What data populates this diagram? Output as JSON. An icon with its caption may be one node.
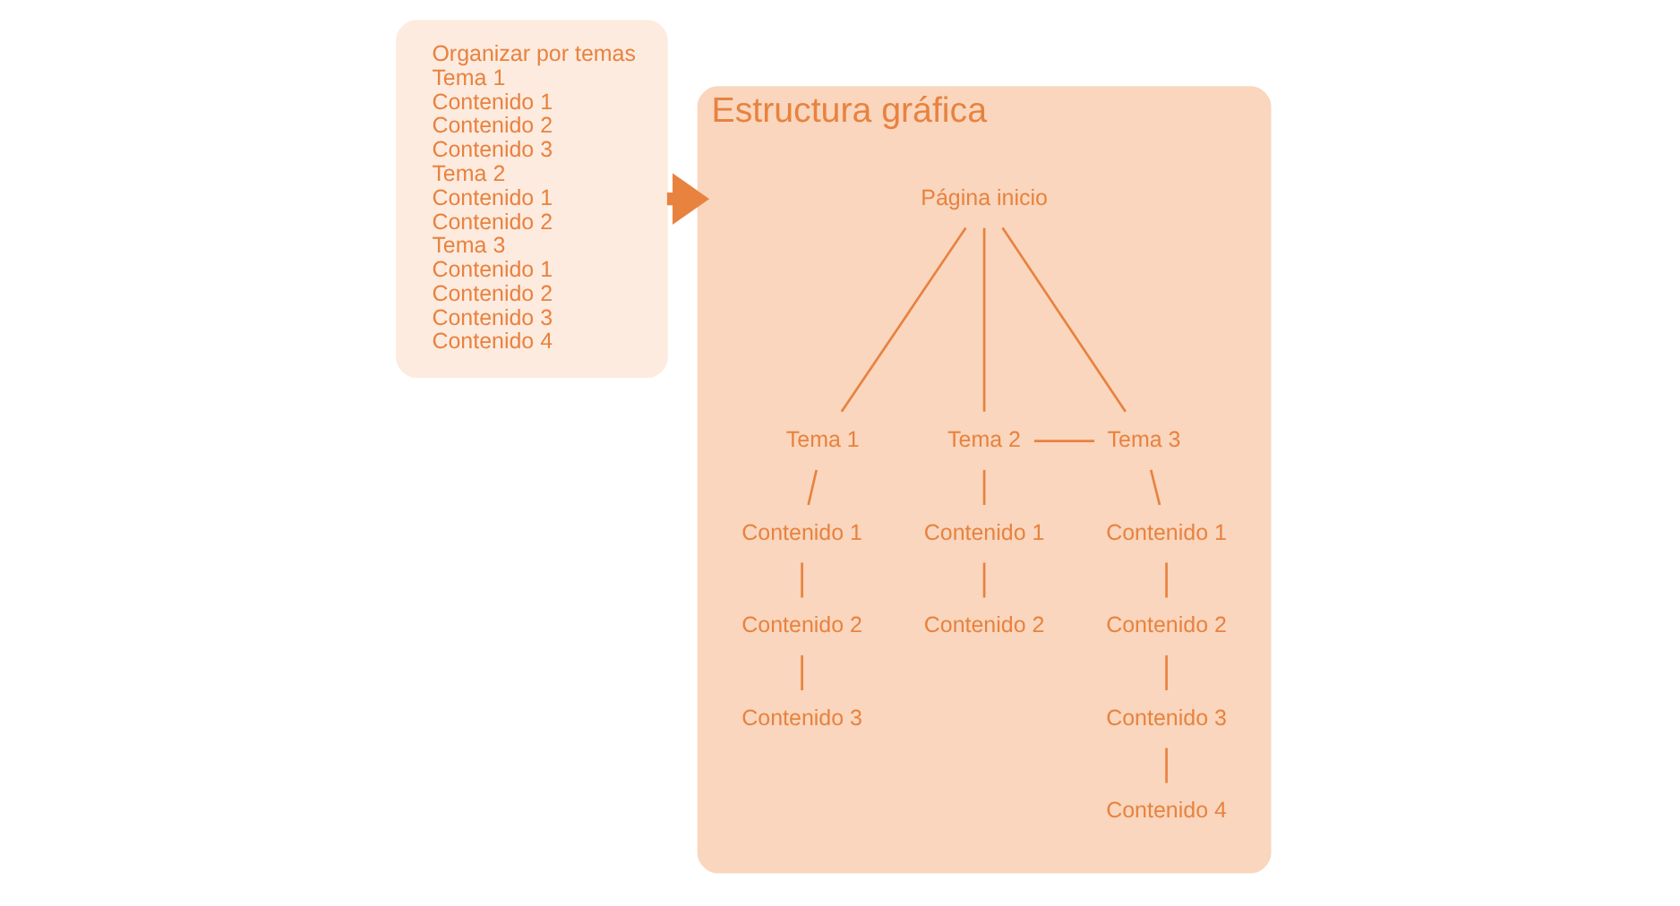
{
  "diagram": {
    "nodes": [
      {
        "text": [
          "Organizar por temas",
          "Tema 1",
          "Contenido 1",
          "Contenido 2",
          "Contenido 3",
          "Tema 2",
          "Contenido 1",
          "Contenido 2",
          "Tema 3",
          "Contenido 1",
          "Contenido 2",
          "Contenido 3",
          "Contenido 4"
        ]
      },
      {
        "text": [
          "Estructura gráfica"
        ]
      },
      {
        "text": [
          "Página inicio"
        ],
        "in": 1
      },
      {
        "text": [
          "Tema 1"
        ],
        "in": 1
      },
      {
        "text": [
          "Tema 2"
        ],
        "in": 1
      },
      {
        "text": [
          "Tema 3"
        ],
        "in": 1
      },
      {
        "text": [
          "Contenido 1"
        ],
        "in": 1
      },
      {
        "text": [
          "Contenido 2"
        ],
        "in": 1
      },
      {
        "text": [
          "Contenido 3"
        ],
        "in": 1
      },
      {
        "text": [
          "Contenido 1"
        ],
        "in": 1
      },
      {
        "text": [
          "Contenido 2"
        ],
        "in": 1
      },
      {
        "text": [
          "Contenido 1"
        ],
        "in": 1
      },
      {
        "text": [
          "Contenido 2"
        ],
        "in": 1
      },
      {
        "text": [
          "Contenido 3"
        ],
        "in": 1
      },
      {
        "text": [
          "Contenido 4"
        ],
        "in": 1
      }
    ],
    "edges": [
      {
        "from": 0,
        "to": 1,
        "arrow": "to",
        "style": "thick"
      },
      {
        "from": 2,
        "to": 3,
        "arrow": "none"
      },
      {
        "from": 2,
        "to": 4,
        "arrow": "none"
      },
      {
        "from": 2,
        "to": 5,
        "arrow": "none"
      },
      {
        "from": 4,
        "to": 5,
        "arrow": "none"
      },
      {
        "from": 3,
        "to": 6,
        "arrow": "none"
      },
      {
        "from": 6,
        "to": 7,
        "arrow": "none"
      },
      {
        "from": 7,
        "to": 8,
        "arrow": "none"
      },
      {
        "from": 4,
        "to": 9,
        "arrow": "none"
      },
      {
        "from": 9,
        "to": 10,
        "arrow": "none"
      },
      {
        "from": 5,
        "to": 11,
        "arrow": "none"
      },
      {
        "from": 11,
        "to": 12,
        "arrow": "none"
      },
      {
        "from": 12,
        "to": 13,
        "arrow": "none"
      },
      {
        "from": 13,
        "to": 14,
        "arrow": "none"
      }
    ]
  }
}
